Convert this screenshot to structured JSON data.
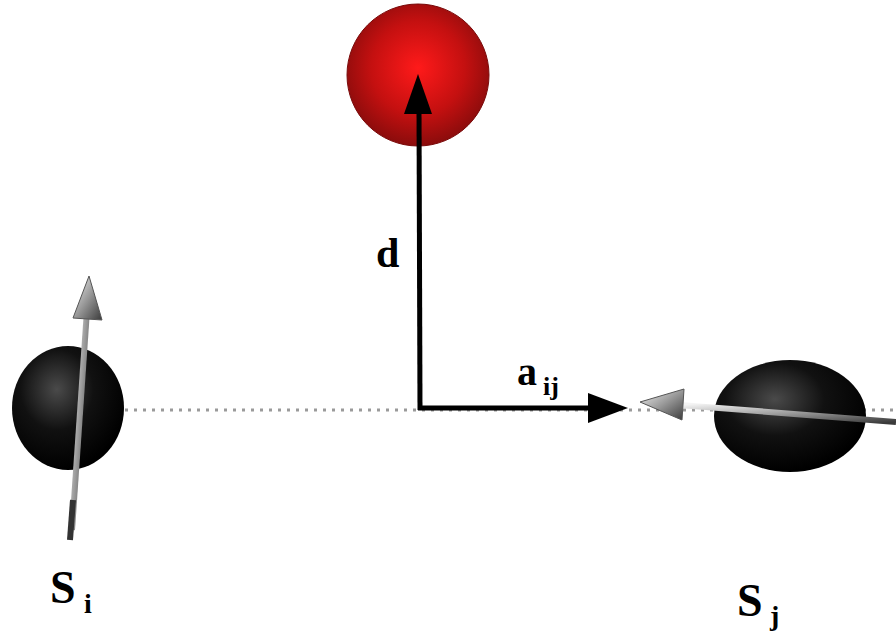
{
  "diagram": {
    "labels": [
      "d",
      "a",
      "ij",
      "S",
      "i",
      "S",
      "j"
    ]
  }
}
